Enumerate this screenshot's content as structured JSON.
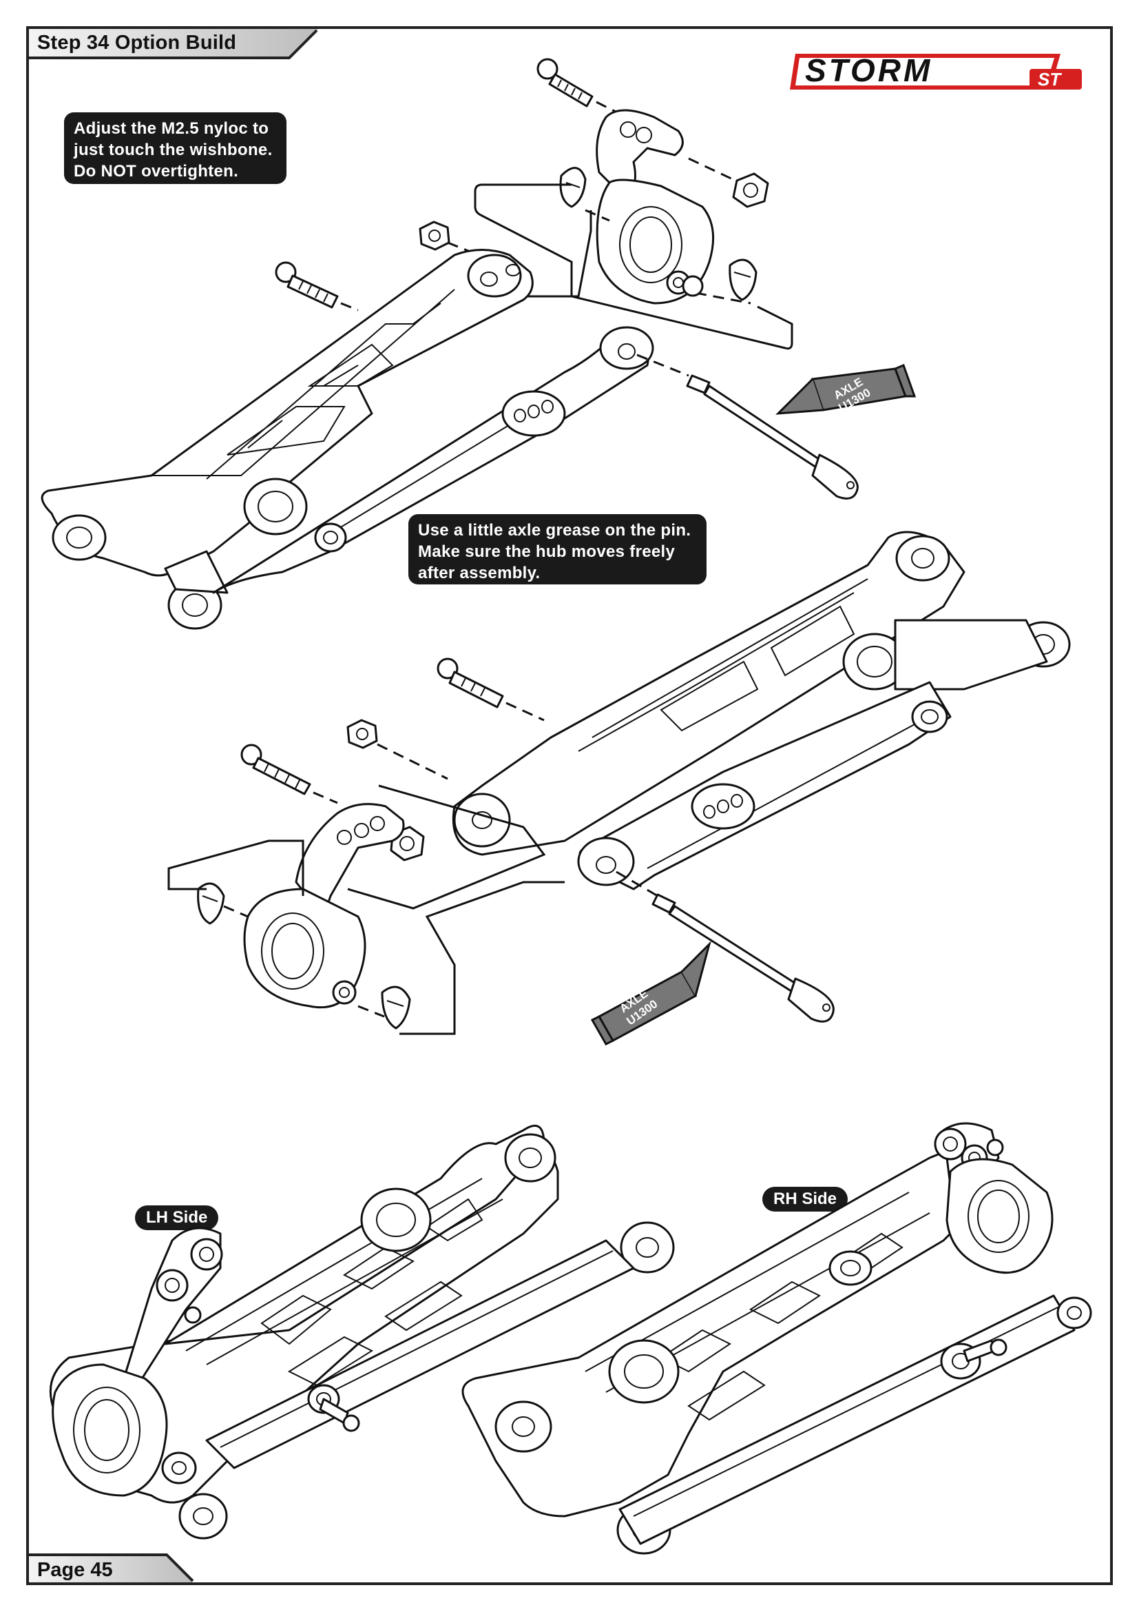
{
  "header": {
    "step_title": "Step 34 Option Build",
    "logo_text": "STORM",
    "logo_suffix": "ST"
  },
  "notes": {
    "nyloc": [
      "Adjust the M2.5 nyloc to",
      "just touch the wishbone.",
      "Do NOT overtighten."
    ],
    "grease": [
      "Use a little axle grease on the pin.",
      "Make sure the hub moves freely",
      "after assembly."
    ]
  },
  "labels": {
    "lh_side": "LH Side",
    "rh_side": "RH Side",
    "grease_tube_line1": "AXLE",
    "grease_tube_line2": "U1300"
  },
  "footer": {
    "page": "Page 45"
  },
  "colors": {
    "accent_red": "#d62020",
    "ink": "#111111",
    "note_bg": "#1a1a1a"
  }
}
